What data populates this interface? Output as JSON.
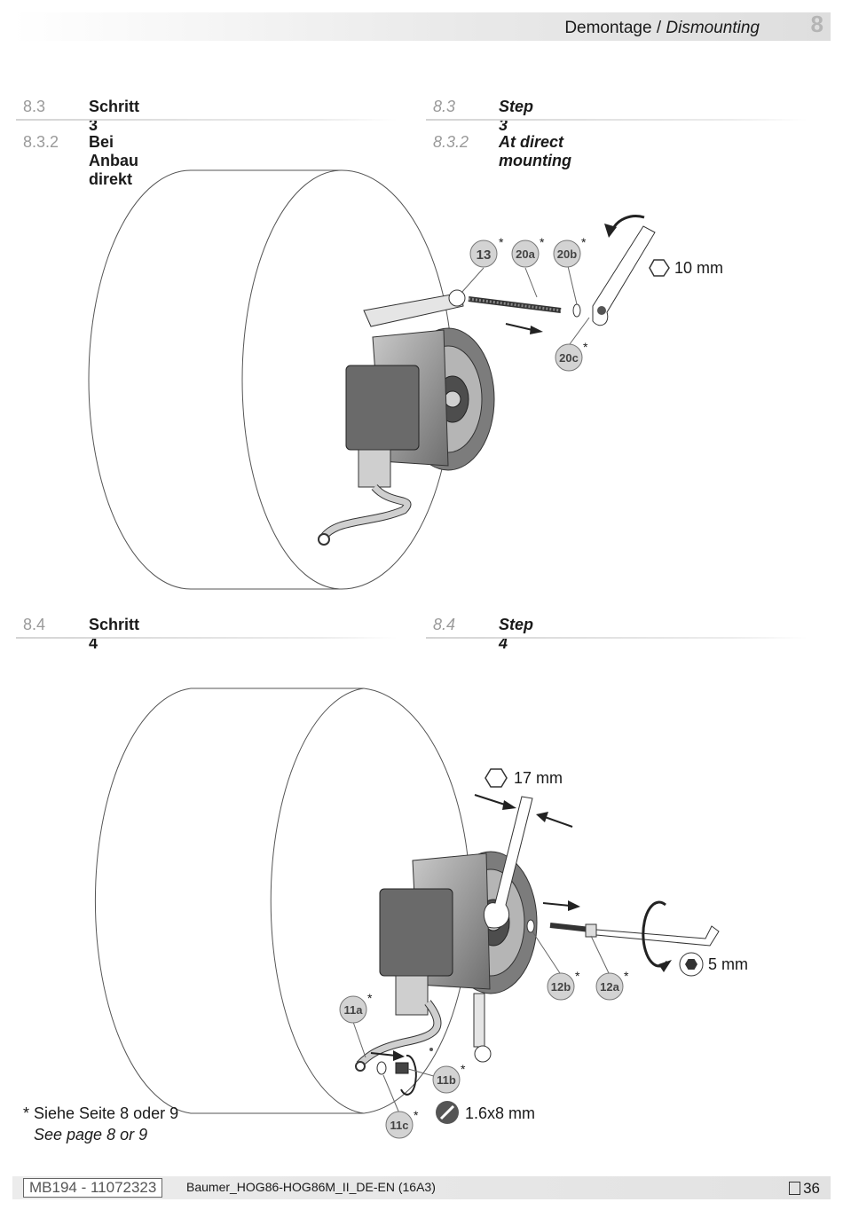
{
  "header": {
    "title_de": "Demontage /",
    "title_en": "Dismounting",
    "chapter": "8"
  },
  "sections": {
    "s83_de": {
      "num": "8.3",
      "title": "Schritt 3"
    },
    "s83_en": {
      "num": "8.3",
      "title": "Step 3"
    },
    "s832_de": {
      "num": "8.3.2",
      "title": "Bei Anbau direkt"
    },
    "s832_en": {
      "num": "8.3.2",
      "title": "At direct mounting"
    },
    "s84_de": {
      "num": "8.4",
      "title": "Schritt 4"
    },
    "s84_en": {
      "num": "8.4",
      "title": "Step 4"
    }
  },
  "figure1": {
    "callouts": [
      "13",
      "20a",
      "20b",
      "20c"
    ],
    "star": "*",
    "wrench_size": "10 mm"
  },
  "figure2": {
    "callouts": [
      "11a",
      "11b",
      "11c",
      "12a",
      "12b"
    ],
    "star": "*",
    "wrench_size": "17 mm",
    "hex_key_size": "5 mm",
    "screwdriver_size": "1.6x8 mm"
  },
  "note": {
    "de": "* Siehe Seite 8 oder 9",
    "en": "See page 8 or 9"
  },
  "footer": {
    "doc_id": "MB194 - 11072323",
    "file": "Baumer_HOG86-HOG86M_II_DE-EN (16A3)",
    "page": "36"
  }
}
